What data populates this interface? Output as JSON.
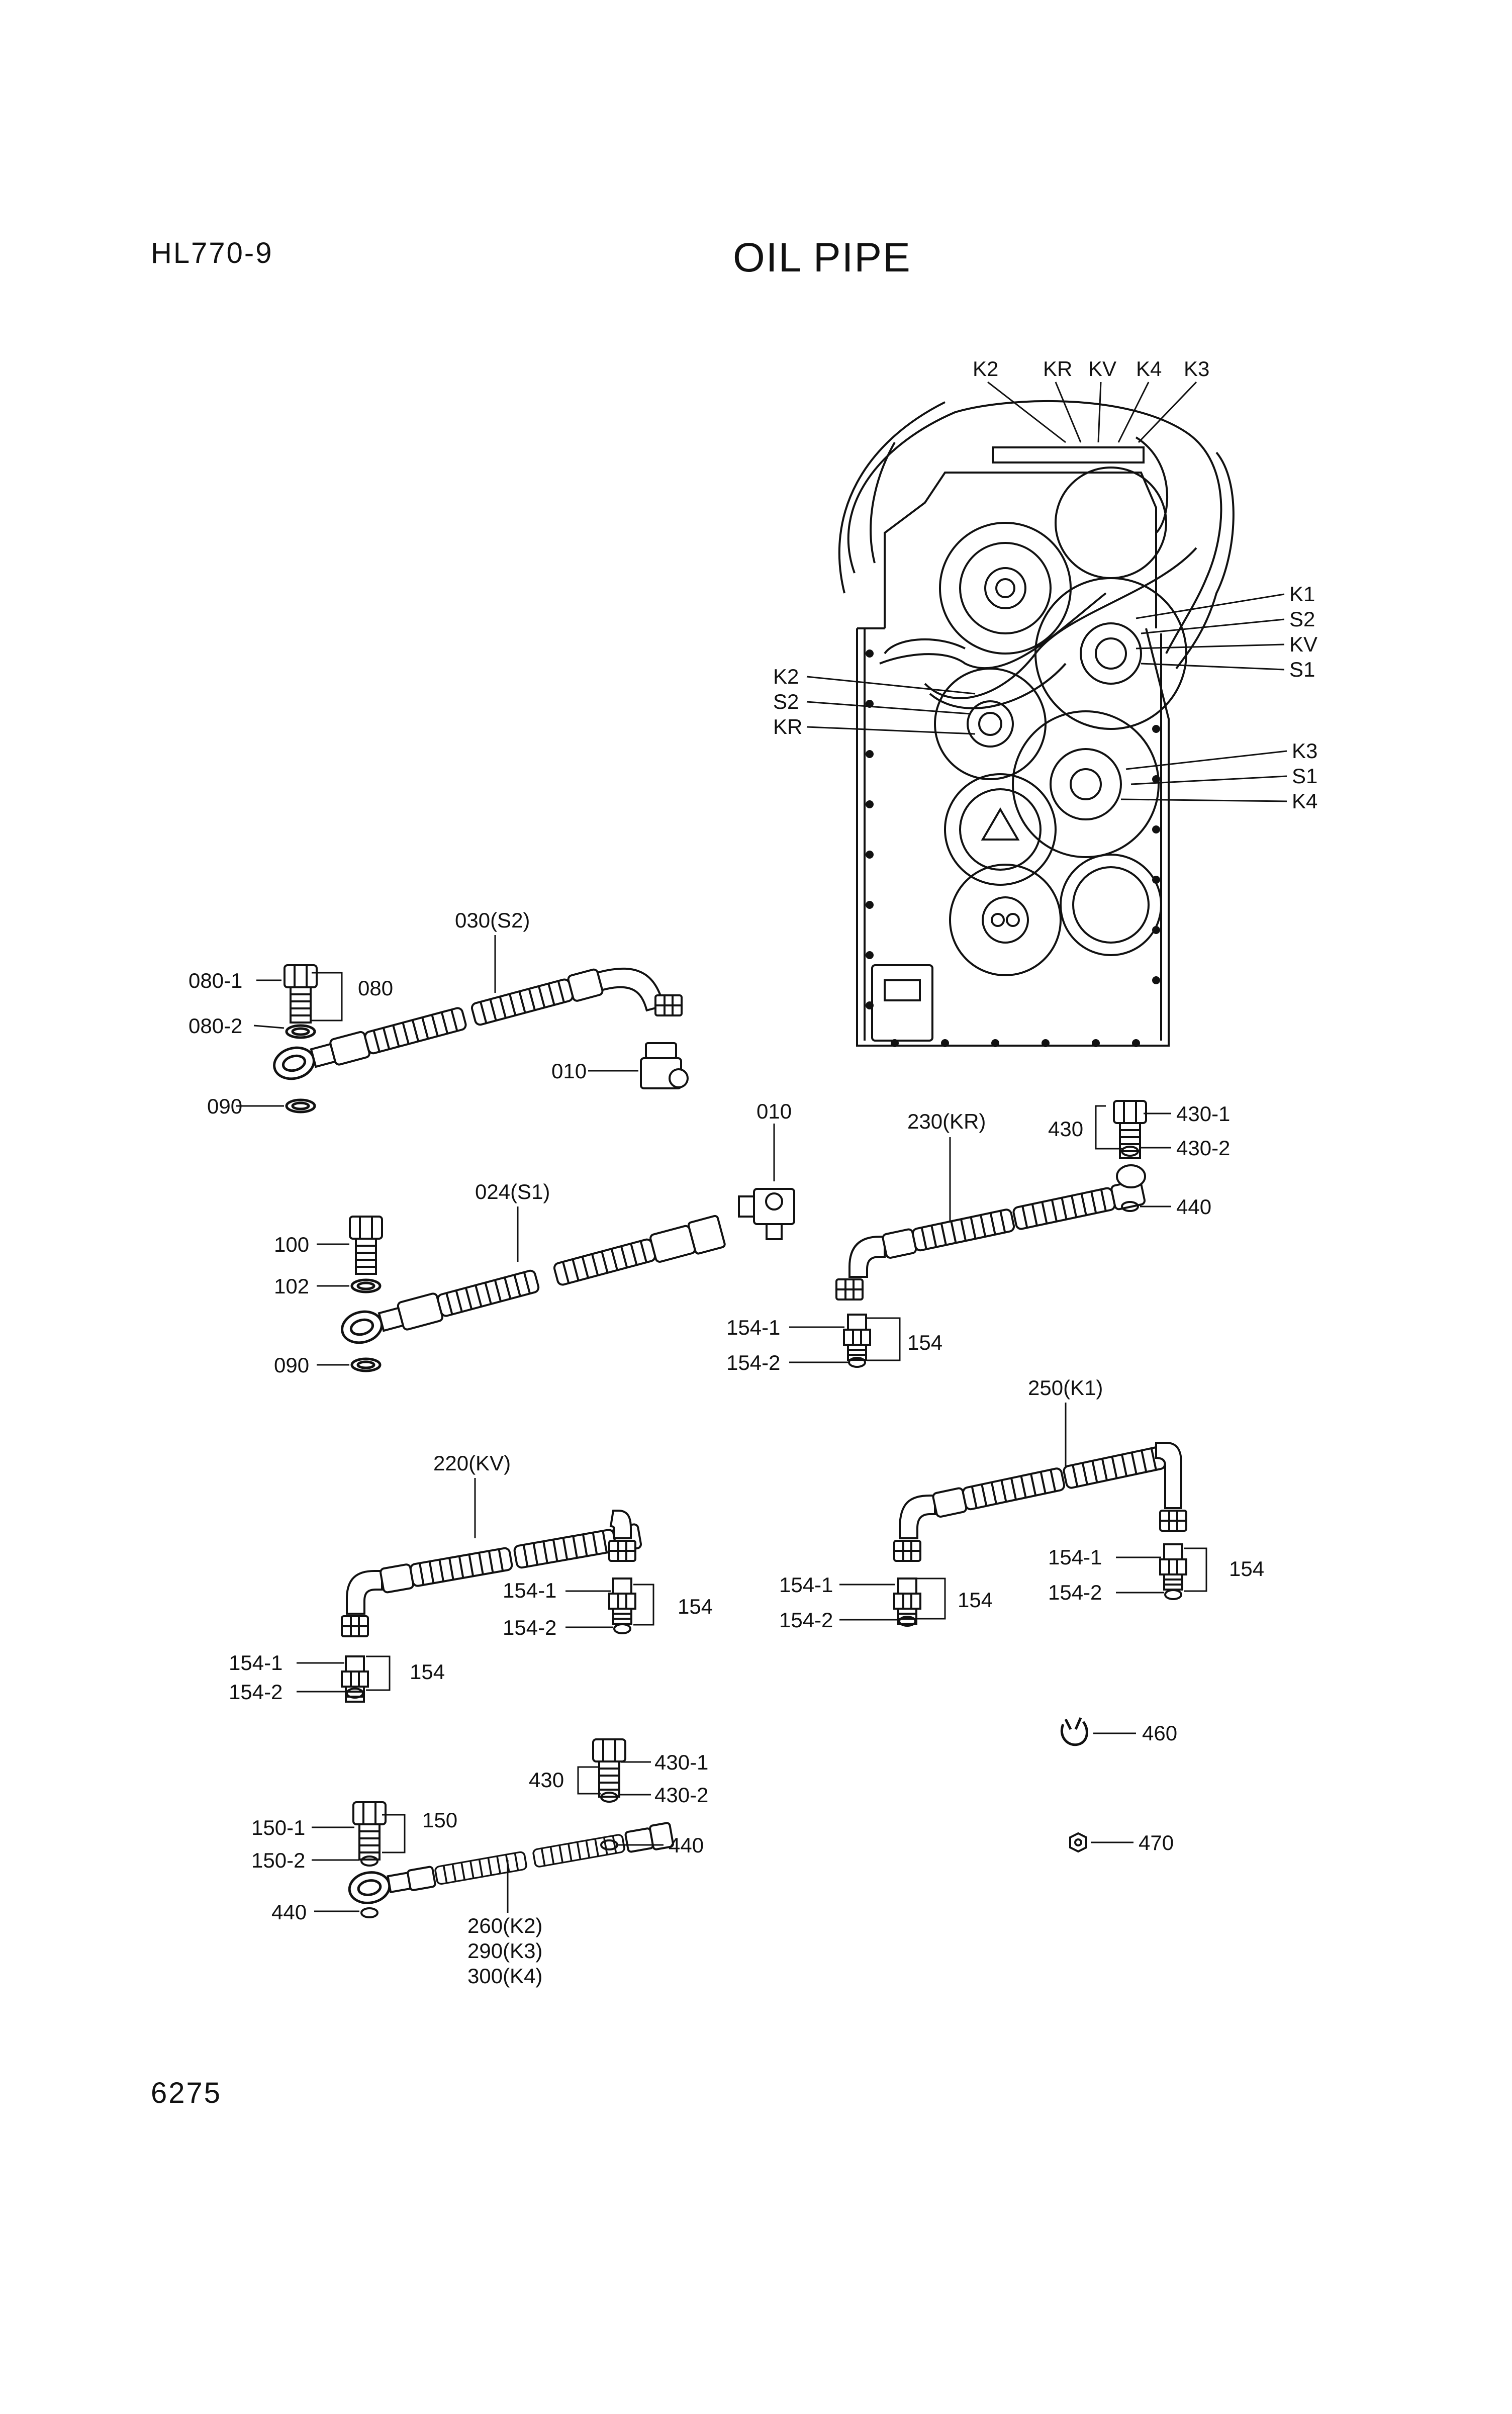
{
  "header": {
    "model": "HL770-9",
    "title": "OIL PIPE"
  },
  "footer": {
    "page_number": "6275"
  },
  "housing_callouts": {
    "top": [
      "K2",
      "KR",
      "KV",
      "K4",
      "K3"
    ],
    "right_upper": [
      "K1",
      "S2",
      "KV",
      "S1"
    ],
    "left_mid": [
      "K2",
      "S2",
      "KR"
    ],
    "right_lower": [
      "K3",
      "S1",
      "K4"
    ]
  },
  "parts": {
    "p030": "030(S2)",
    "p080_1": "080-1",
    "p080": "080",
    "p080_2": "080-2",
    "p090a": "090",
    "p010a": "010",
    "p024": "024(S1)",
    "p010b": "010",
    "p100": "100",
    "p102": "102",
    "p090b": "090",
    "p230": "230(KR)",
    "p430a": "430",
    "p430_1a": "430-1",
    "p430_2a": "430-2",
    "p440a": "440",
    "p154_1a": "154-1",
    "p154_2a": "154-2",
    "p154a": "154",
    "p250": "250(K1)",
    "p154_1b": "154-1",
    "p154_2b": "154-2",
    "p154b": "154",
    "p154_1c": "154-1",
    "p154_2c": "154-2",
    "p154c": "154",
    "p220": "220(KV)",
    "p154_1d": "154-1",
    "p154_2d": "154-2",
    "p154d": "154",
    "p154_1e": "154-1",
    "p154_2e": "154-2",
    "p154e": "154",
    "p460": "460",
    "p470": "470",
    "p430b": "430",
    "p430_1b": "430-1",
    "p430_2b": "430-2",
    "p440b": "440",
    "p150_1": "150-1",
    "p150": "150",
    "p150_2": "150-2",
    "p440c": "440",
    "p260": "260(K2)",
    "p290": "290(K3)",
    "p300": "300(K4)"
  }
}
